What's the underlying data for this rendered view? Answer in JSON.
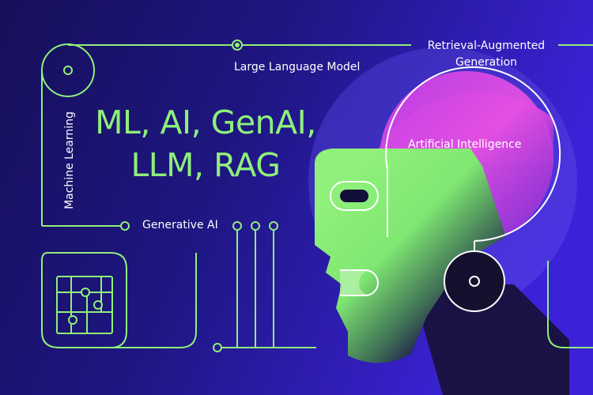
{
  "labels": {
    "llm": "Large Language Model",
    "rag_line1": "Retrieval-Augmented",
    "rag_line2": "Generation",
    "ai": "Artificial Intelligence",
    "genai": "Generative AI",
    "ml": "Machine Learning"
  },
  "headline": {
    "line1": "ML, AI, GenAI,",
    "line2": "LLM, RAG"
  },
  "colors": {
    "background_start": "#1c1470",
    "background_end": "#3a1fd6",
    "accent_green": "#8ff07a",
    "accent_pink": "#e84ee6",
    "dark_navy": "#12103a",
    "text_white": "#ffffff"
  }
}
